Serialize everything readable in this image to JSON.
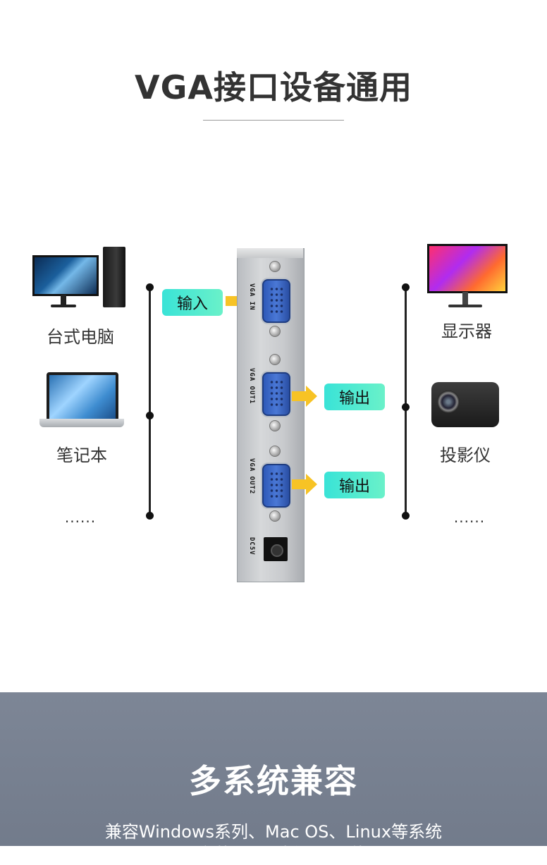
{
  "header": {
    "title": "VGA接口设备通用"
  },
  "left_devices": [
    {
      "icon": "desktop-pc-icon",
      "label": "台式电脑"
    },
    {
      "icon": "laptop-icon",
      "label": "笔记本"
    },
    {
      "label": "......"
    }
  ],
  "right_devices": [
    {
      "icon": "monitor-icon",
      "label": "显示器"
    },
    {
      "icon": "projector-icon",
      "label": "投影仪"
    },
    {
      "label": "......"
    }
  ],
  "signals": {
    "input_label": "输入",
    "output1_label": "输出",
    "output2_label": "输出"
  },
  "splitter": {
    "port_in": "VGA IN",
    "port_out1": "VGA OUT1",
    "port_out2": "VGA OUT2",
    "power": "DC5V"
  },
  "footer": {
    "title": "多系统兼容",
    "line1": "兼容Windows系列、Mac OS、Linux等系统",
    "line2": "无需安装驱动，插上即可使用"
  },
  "colors": {
    "pill": "#3ee5d5",
    "arrow": "#f7c325",
    "band": "#78818f"
  }
}
